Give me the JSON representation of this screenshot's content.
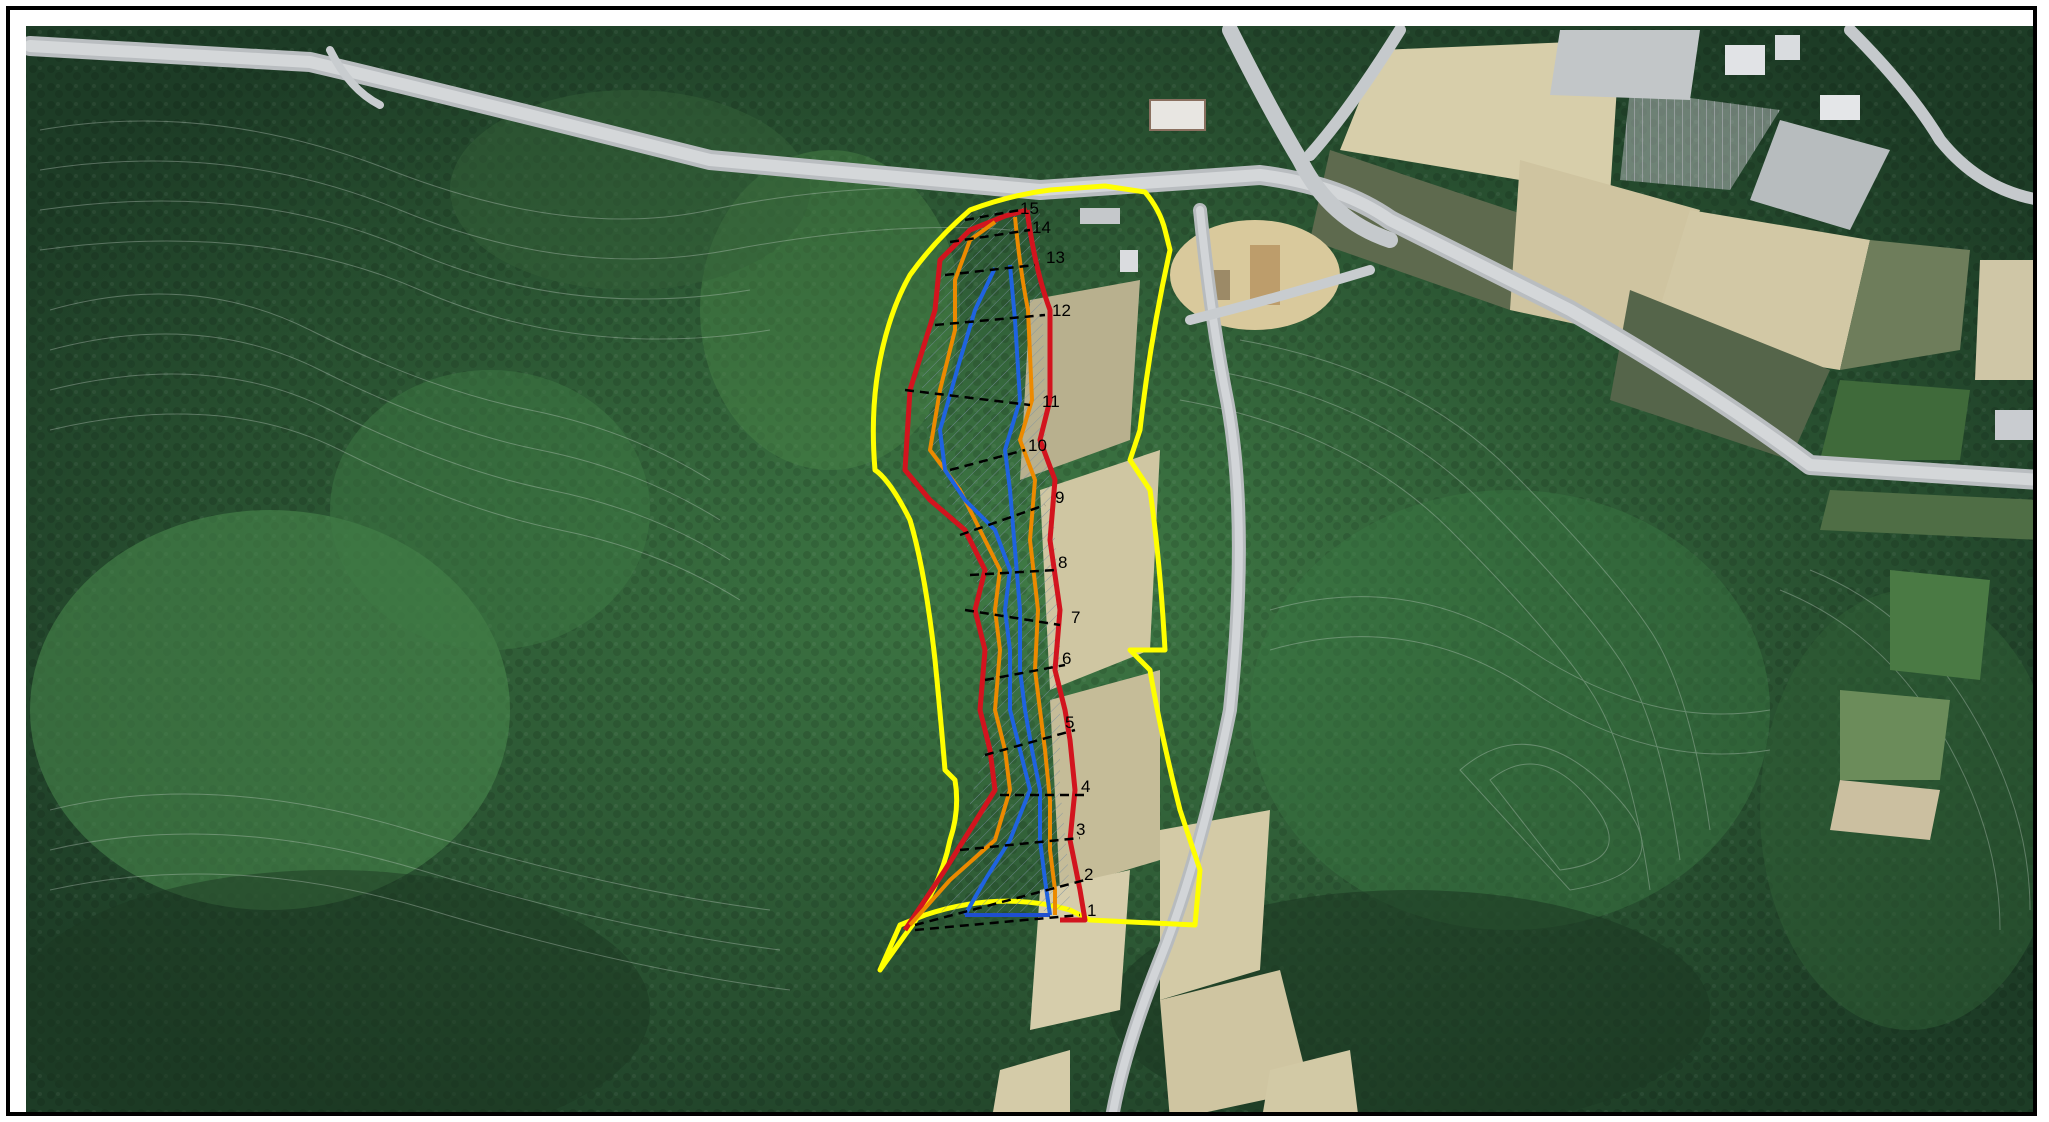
{
  "map": {
    "type": "aerial-photo-landslide-survey",
    "colors": {
      "forest_dark": "#1f3f28",
      "forest_mid": "#2c5a35",
      "forest_light": "#3f7a45",
      "field": "#d8cfae",
      "road": "#c9cccf",
      "area_boundary": "#ffff00",
      "outer_limit": "#d2141e",
      "middle_limit": "#ec8a00",
      "inner_limit": "#1f63e0",
      "section_line": "#000000"
    },
    "legend_icons": [
      "boundary-line-icon",
      "section-line-icon"
    ],
    "section_labels": [
      "1",
      "2",
      "3",
      "4",
      "5",
      "6",
      "7",
      "8",
      "9",
      "10",
      "11",
      "12",
      "13",
      "14",
      "15"
    ]
  }
}
